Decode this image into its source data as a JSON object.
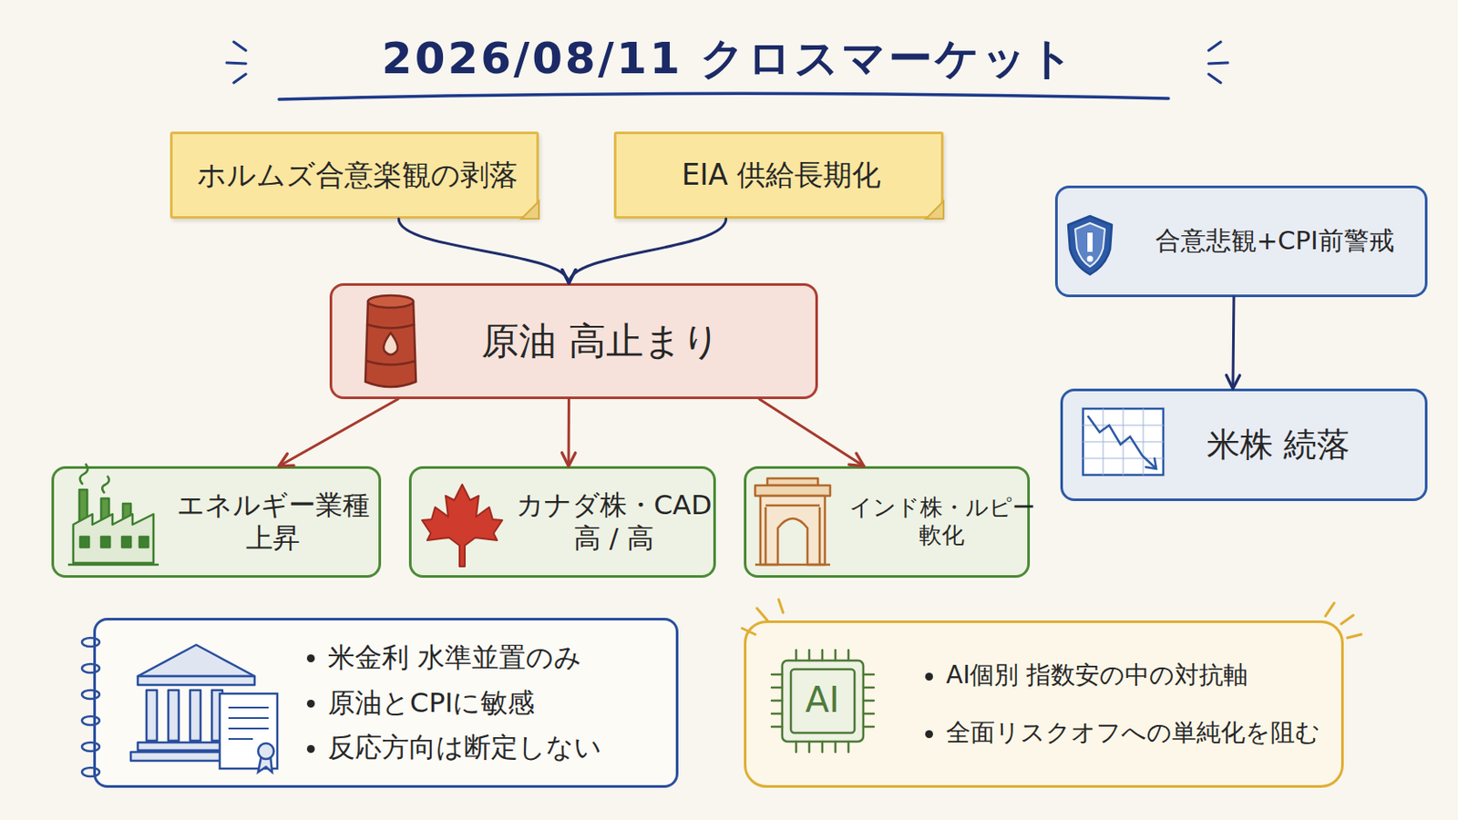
{
  "diagram": {
    "title": "2026/08/11 クロスマーケット",
    "nodes": [
      {
        "text": [
          "ホルムズ合意楽観の剥落"
        ]
      },
      {
        "text": [
          "EIA 供給長期化"
        ]
      },
      {
        "text": [
          "原油 高止まり"
        ]
      },
      {
        "text": [
          "エネルギー業種 上昇"
        ]
      },
      {
        "text": [
          "カナダ株・CAD 高 / 高"
        ]
      },
      {
        "text": [
          "インド株・ルピー 軟化"
        ]
      },
      {
        "text": [
          "合意悲観+CPI前警戒"
        ]
      },
      {
        "text": [
          "米株 続落"
        ]
      },
      {
        "text": [
          "米金利 水準並置のみ",
          "原油とCPIに敏感",
          "反応方向は断定しない"
        ]
      },
      {
        "text": [
          "AI個別 指数安の中の対抗軸",
          "全面リスクオフへの単純化を阻む"
        ]
      }
    ],
    "edges": [
      {
        "from": 0,
        "to": 2,
        "arrow": "to"
      },
      {
        "from": 1,
        "to": 2,
        "arrow": "to"
      },
      {
        "from": 2,
        "to": 3,
        "arrow": "to"
      },
      {
        "from": 2,
        "to": 4,
        "arrow": "to"
      },
      {
        "from": 2,
        "to": 5,
        "arrow": "to"
      },
      {
        "from": 6,
        "to": 7,
        "arrow": "to"
      }
    ],
    "labels": [
      "AI"
    ]
  }
}
